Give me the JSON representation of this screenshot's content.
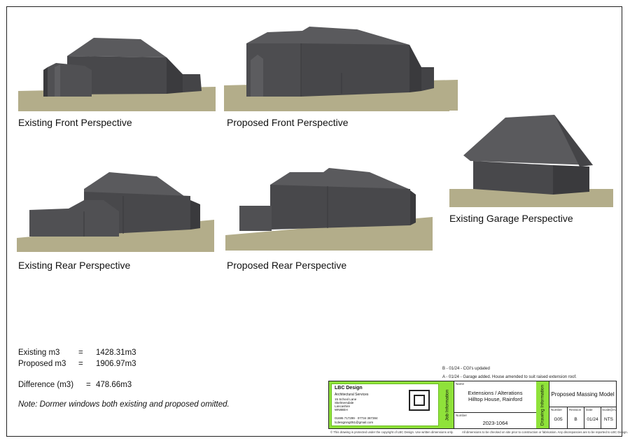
{
  "views": {
    "existing_front": "Existing Front Perspective",
    "proposed_front": "Proposed Front Perspective",
    "existing_garage": "Existing Garage Perspective",
    "existing_rear": "Existing Rear Perspective",
    "proposed_rear": "Proposed Rear Perspective"
  },
  "volumes": {
    "existing_label": "Existing m3",
    "existing_value": "1428.31m3",
    "proposed_label": "Proposed m3",
    "proposed_value": "1906.97m3",
    "difference_label": "Difference (m3)",
    "difference_value": "478.66m3",
    "equals": "="
  },
  "note": "Note: Dormer windows both existing and proposed omitted.",
  "revisions": {
    "rev_b": "B - 01/24 - CGI's updated",
    "rev_a": "A - 01/24 - Garage added.  House amended to suit raised extension roof."
  },
  "title_block": {
    "firm_name": "LBC Design",
    "firm_subtitle": "Architectural Services",
    "address": [
      "15 School Lane",
      "Skelmersdale",
      "Lancashire",
      "WN88EH"
    ],
    "phone": "01695 717299  ·  07734 387384",
    "email": "lcdesigning051@gmail.com",
    "job_info_label": "Job Information",
    "name_label": "Name",
    "project_name": "Extensions / Alterations Hilltop House, Rainford",
    "number_label": "Number",
    "project_number": "2023-1064",
    "drawing_info_label": "Drawing Information",
    "drawing_title": "Proposed Massing Model",
    "col_number": "Number",
    "col_revision": "Revision",
    "col_date": "Date",
    "col_scale": "Scale@A3",
    "drawing_number": "G05",
    "revision": "B",
    "date": "01/24",
    "scale": "NTS"
  },
  "footer": {
    "copyright": "© This drawing is protected under the copyright of LBC Design.  Use written dimensions only.",
    "disclaimer": "All dimensions to be checked on site prior to construction or fabrication. Any discrepancies are to be reported to LBC Design."
  },
  "colors": {
    "ground": "#b3ad8a",
    "wall": "#4b4b4e",
    "roof": "#5c5c5f",
    "accent": "#8fe23a"
  }
}
